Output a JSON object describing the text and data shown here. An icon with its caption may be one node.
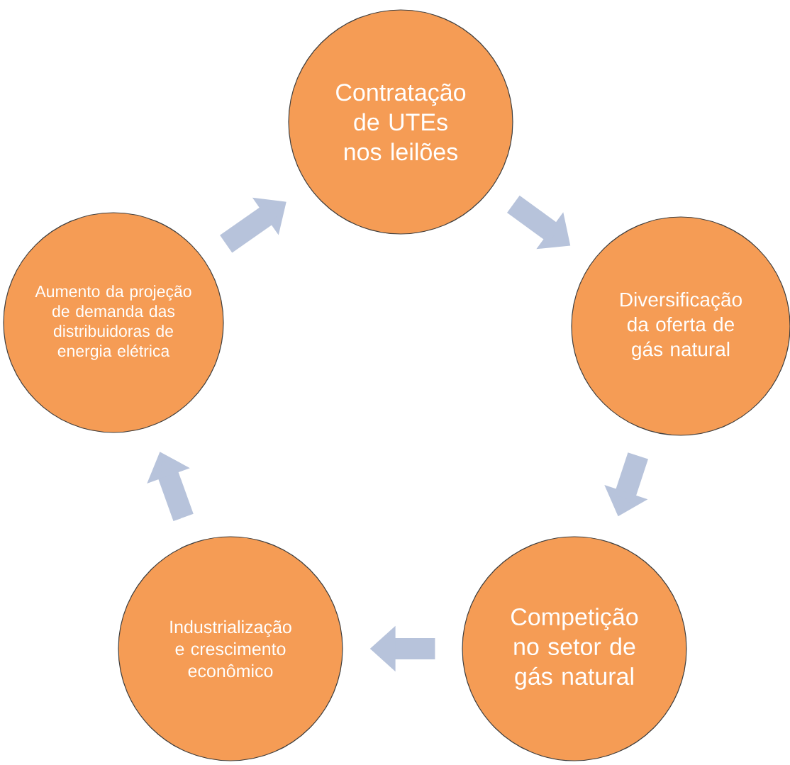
{
  "diagram": {
    "nodes": [
      {
        "text": [
          "Contratação de UTEs nos leilões"
        ]
      },
      {
        "text": [
          "Diversificação da oferta de gás natural"
        ]
      },
      {
        "text": [
          "Competição no setor de gás natural"
        ]
      },
      {
        "text": [
          "Industrialização e crescimento econômico"
        ]
      },
      {
        "text": [
          "Aumento da projeção de demanda das distribuidoras de energia elétrica"
        ]
      }
    ],
    "edges": [
      {
        "from": 4,
        "to": 0,
        "arrow": "to"
      },
      {
        "from": 0,
        "to": 1,
        "arrow": "to"
      },
      {
        "from": 1,
        "to": 2,
        "arrow": "to"
      },
      {
        "from": 2,
        "to": 3,
        "arrow": "to"
      },
      {
        "from": 3,
        "to": 4,
        "arrow": "to"
      }
    ]
  }
}
